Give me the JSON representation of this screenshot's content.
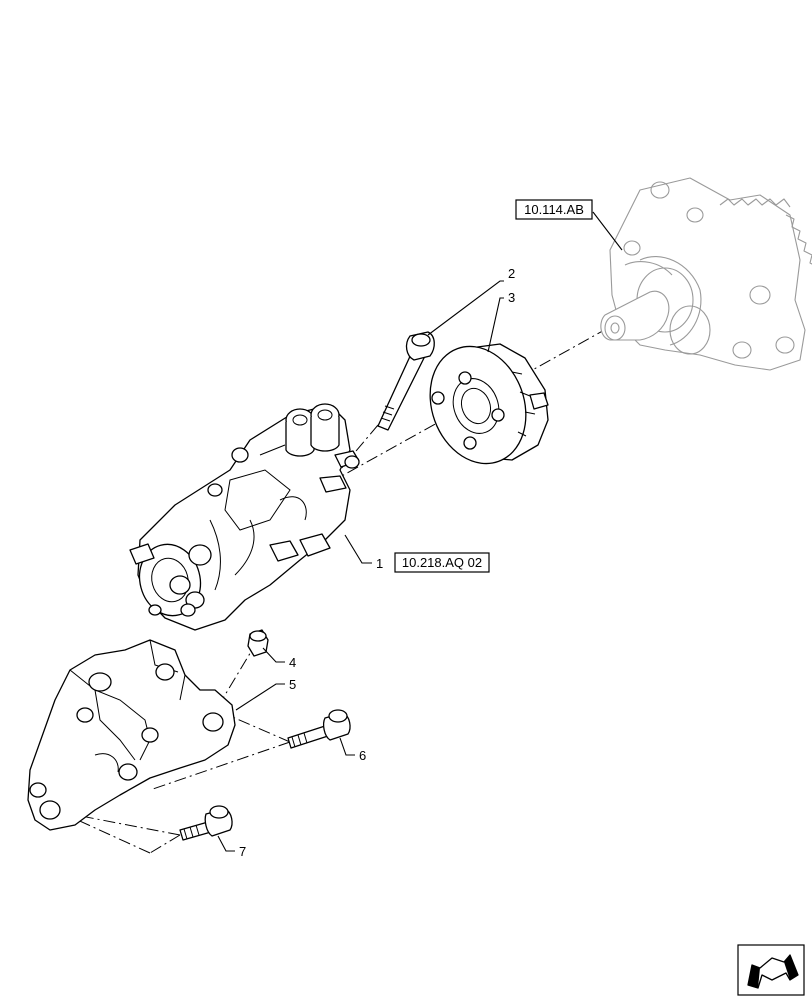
{
  "callouts": {
    "c1": "1",
    "c2": "2",
    "c3": "3",
    "c4": "4",
    "c5": "5",
    "c6": "6",
    "c7": "7"
  },
  "references": {
    "gear_housing": "10.114.AB",
    "injection_pump": "10.218.AQ 02"
  },
  "icons": {
    "corner": "arrow-navigation-icon"
  }
}
